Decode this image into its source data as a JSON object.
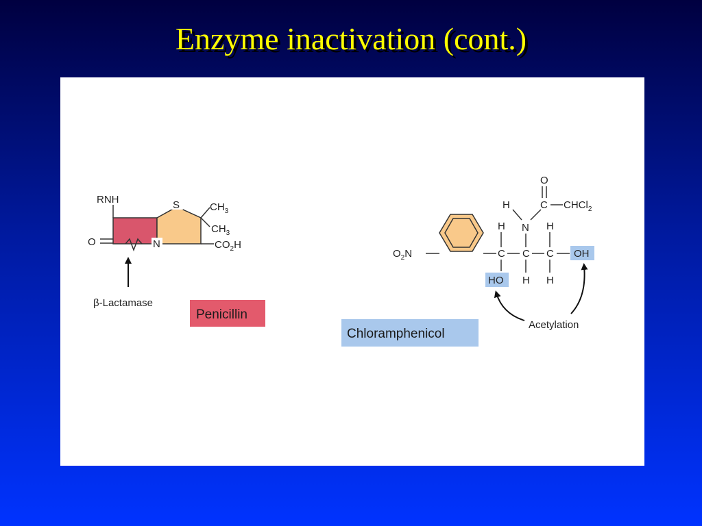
{
  "slide": {
    "title": "Enzyme inactivation (cont.)"
  },
  "colors": {
    "title_color": "#ffff00",
    "beta_lactam_ring": "#d9566c",
    "thiazolidine_ring": "#f9c98a",
    "benzene_ring": "#f9c98a",
    "penicillin_label_bg": "#e35a6c",
    "chloramphenicol_label_bg": "#a9c8ec",
    "hydroxyl_highlight": "#a9c8ec"
  },
  "penicillin": {
    "rnh": "RNH",
    "s": "S",
    "ch3_a": "CH",
    "ch3_a_sub": "3",
    "ch3_b": "CH",
    "ch3_b_sub": "3",
    "o": "O",
    "n": "N",
    "co2h_pre": "CO",
    "co2h_sub": "2",
    "co2h_post": "H",
    "enzyme_label": "β-Lactamase",
    "name": "Penicillin"
  },
  "chloramphenicol": {
    "o2n_pre": "O",
    "o2n_sub": "2",
    "o2n_post": "N",
    "o_top": "O",
    "c_carbonyl": "C",
    "chcl2_pre": "CHCl",
    "chcl2_sub": "2",
    "h_amide": "H",
    "n": "N",
    "h1": "H",
    "h2": "H",
    "c1": "C",
    "c2": "C",
    "c3": "C",
    "ho": "HO",
    "h3": "H",
    "h4": "H",
    "oh": "OH",
    "acetylation": "Acetylation",
    "name": "Chloramphenicol"
  }
}
